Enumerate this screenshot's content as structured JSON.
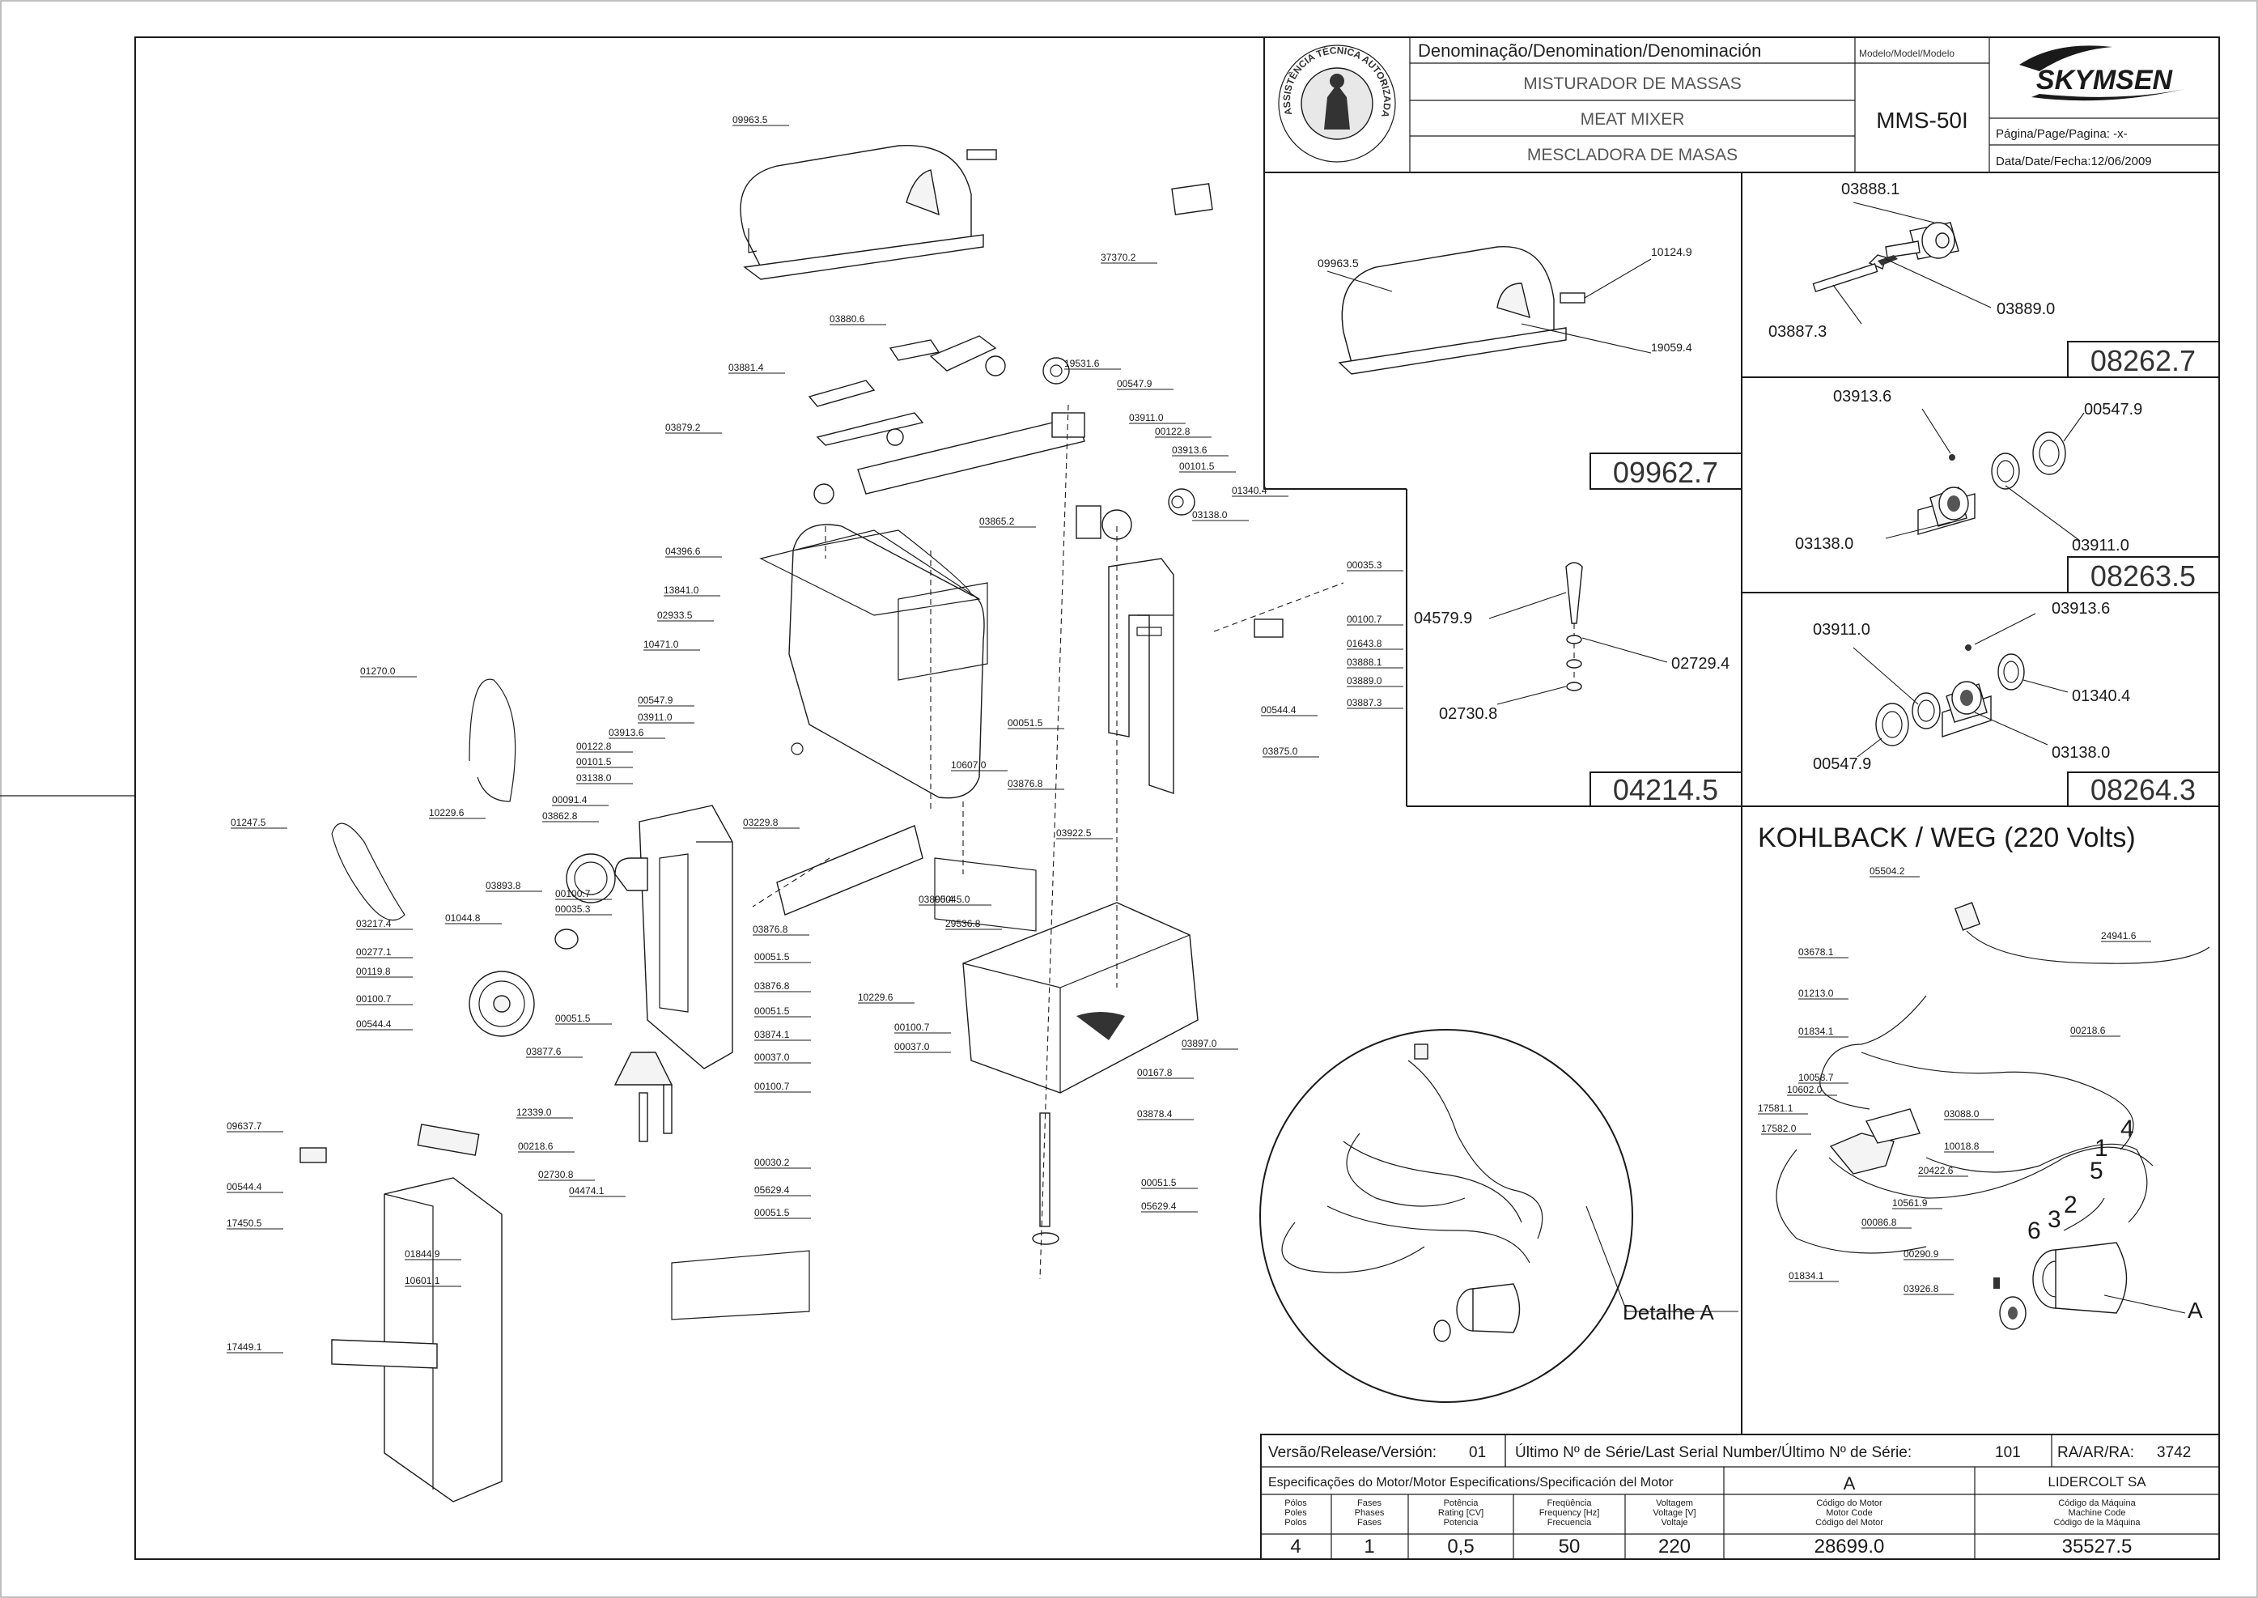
{
  "title_block": {
    "denomination_header": "Denominação/Denomination/Denominación",
    "model_header": "Modelo/Model/Modelo",
    "name_pt": "MISTURADOR DE MASSAS",
    "name_en": "MEAT MIXER",
    "name_es": "MESCLADORA DE MASAS",
    "model": "MMS-50I",
    "brand": "SKYMSEN",
    "page_label": "Página/Page/Pagina: -x-",
    "date_label": "Data/Date/Fecha:12/06/2009",
    "seal_text": "ASSISTÊNCIA TÉCNICA AUTORIZADA"
  },
  "detail_panels": {
    "p1": {
      "code": "09962.7",
      "labels": [
        "09963.5",
        "10124.9",
        "19059.4"
      ]
    },
    "p2": {
      "code": "08262.7",
      "labels": [
        "03888.1",
        "03887.3",
        "03889.0"
      ]
    },
    "p3": {
      "code": "08263.5",
      "labels": [
        "03913.6",
        "00547.9",
        "03138.0",
        "03911.0"
      ]
    },
    "p4": {
      "code": "04214.5",
      "labels": [
        "04579.9",
        "02729.4",
        "02730.8"
      ]
    },
    "p5": {
      "code": "08264.3",
      "labels": [
        "03911.0",
        "03913.6",
        "01340.4",
        "00547.9",
        "03138.0"
      ]
    },
    "motor_title": "KOHLBACK / WEG (220 Volts)",
    "motor_labels": [
      "05504.2",
      "24941.6",
      "03678.1",
      "01213.0",
      "00218.6",
      "01834.1",
      "10058.7",
      "10602.0",
      "17581.1",
      "17582.0",
      "03088.0",
      "10018.8",
      "20422.6",
      "10561.9",
      "00086.8",
      "01834.1",
      "00290.9",
      "03926.8"
    ],
    "motor_numbers": [
      "4",
      "1",
      "5",
      "2",
      "3",
      "6"
    ],
    "motor_ref": "A",
    "detail_label": "Detalhe A"
  },
  "main_labels": [
    "09963.5",
    "37370.2",
    "03880.6",
    "03881.4",
    "19531.6",
    "03879.2",
    "00547.9",
    "03911.0",
    "00122.8",
    "03913.6",
    "00101.5",
    "01340.4",
    "03138.0",
    "04396.6",
    "03865.2",
    "00035.3",
    "13841.0",
    "00100.7",
    "02933.5",
    "01643.8",
    "10471.0",
    "03888.1",
    "01270.0",
    "03889.0",
    "00547.9",
    "03887.3",
    "03911.0",
    "00544.4",
    "03913.6",
    "00122.8",
    "00051.5",
    "00101.5",
    "03875.0",
    "03138.0",
    "10607.0",
    "00091.4",
    "03876.8",
    "03862.8",
    "03229.8",
    "10229.6",
    "03922.5",
    "01247.5",
    "03893.8",
    "00100.7",
    "00035.3",
    "01044.8",
    "03895.4",
    "03876.8",
    "03217.4",
    "00045.0",
    "00277.1",
    "29536.8",
    "00051.5",
    "00119.8",
    "03876.8",
    "00100.7",
    "10229.6",
    "00051.5",
    "00544.4",
    "00051.5",
    "03874.1",
    "00100.7",
    "03877.6",
    "00037.0",
    "00037.0",
    "00167.8",
    "03897.0",
    "00100.7",
    "12339.0",
    "09637.7",
    "00218.6",
    "03878.4",
    "00544.4",
    "02730.8",
    "04474.1",
    "00030.2",
    "17450.5",
    "05629.4",
    "01844.9",
    "00051.5",
    "10601.1",
    "00051.5",
    "05629.4",
    "17449.1"
  ],
  "release_row": {
    "version_label": "Versão/Release/Versión:",
    "version": "01",
    "serial_label": "Último Nº de Série/Last Serial Number/Último Nº de Série:",
    "serial": "101",
    "ra_label": "RA/AR/RA:",
    "ra": "3742"
  },
  "motor_spec": {
    "header": "Especificações do Motor/Motor Especifications/Specificación del Motor",
    "motor_letter": "A",
    "manufacturer": "LIDERCOLT SA",
    "columns": [
      {
        "label": "Pólos\nPoles\nPolos",
        "value": "4"
      },
      {
        "label": "Fases\nPhases\nFases",
        "value": "1"
      },
      {
        "label": "Potência\nRating [CV]\nPotencia",
        "value": "0,5"
      },
      {
        "label": "Freqüência\nFrequency [Hz]\nFrecuencia",
        "value": "50"
      },
      {
        "label": "Voltagem\nVoltage [V]\nVoltaje",
        "value": "220"
      },
      {
        "label": "Código do Motor\nMotor Code\nCódigo del Motor",
        "value": "28699.0"
      },
      {
        "label": "Código da Máquina\nMachine Code\nCódigo de la Máquina",
        "value": "35527.5"
      }
    ]
  }
}
